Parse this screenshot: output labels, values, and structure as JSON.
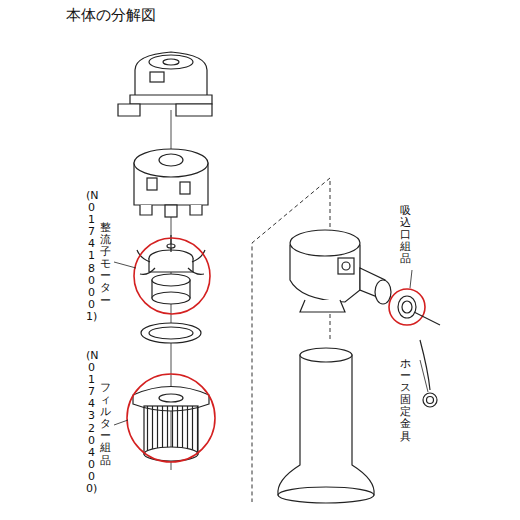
{
  "diagram": {
    "title": "本体の分解図",
    "labels": [
      "整流子モーター",
      "(N0174180001)",
      "フィルター組品",
      "(N01743204000)",
      "吸込口組品",
      "ホース固定金具"
    ]
  }
}
